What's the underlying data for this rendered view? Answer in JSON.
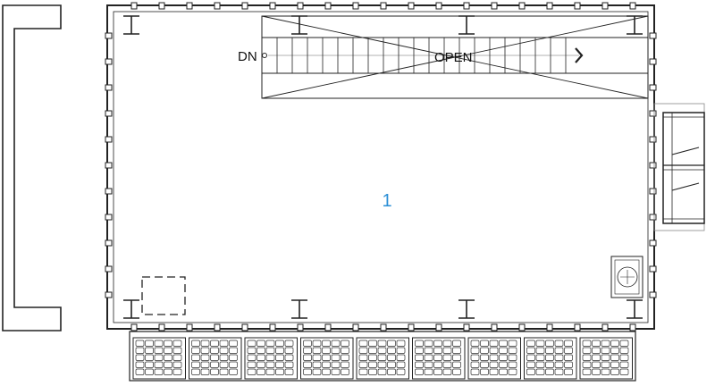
{
  "plan": {
    "room_number": "1",
    "stair_direction": "DN",
    "opening_label": "OPEN",
    "colors": {
      "line": "#222222",
      "light_line": "#666666",
      "room_number": "#2b8fd6",
      "background": "#ffffff"
    }
  }
}
